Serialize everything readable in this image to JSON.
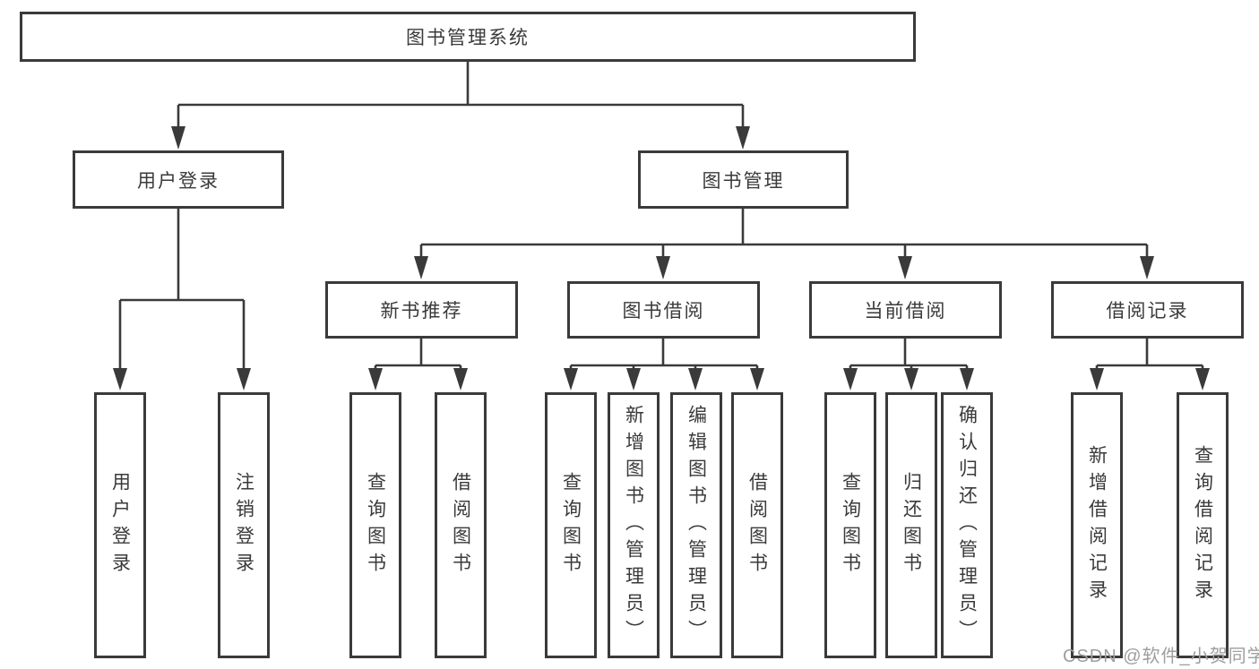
{
  "diagram": {
    "title": "图书管理系统",
    "level2": [
      "用户登录",
      "图书管理"
    ],
    "level3": [
      "新书推荐",
      "图书借阅",
      "当前借阅",
      "借阅记录"
    ],
    "leaves": [
      "用户登录",
      "注销登录",
      "查询图书",
      "借阅图书",
      "查询图书",
      "新增图书（管理员）",
      "编辑图书（管理员）",
      "借阅图书",
      "查询图书",
      "归还图书",
      "确认归还（管理员）",
      "新增借阅记录",
      "查询借阅记录"
    ]
  },
  "watermark": "CSDN @软件_小贺同学",
  "colors": {
    "line": "#3a3a3a",
    "text": "#3a3a3a",
    "watermark": "#9e9e9e",
    "background": "#ffffff"
  }
}
